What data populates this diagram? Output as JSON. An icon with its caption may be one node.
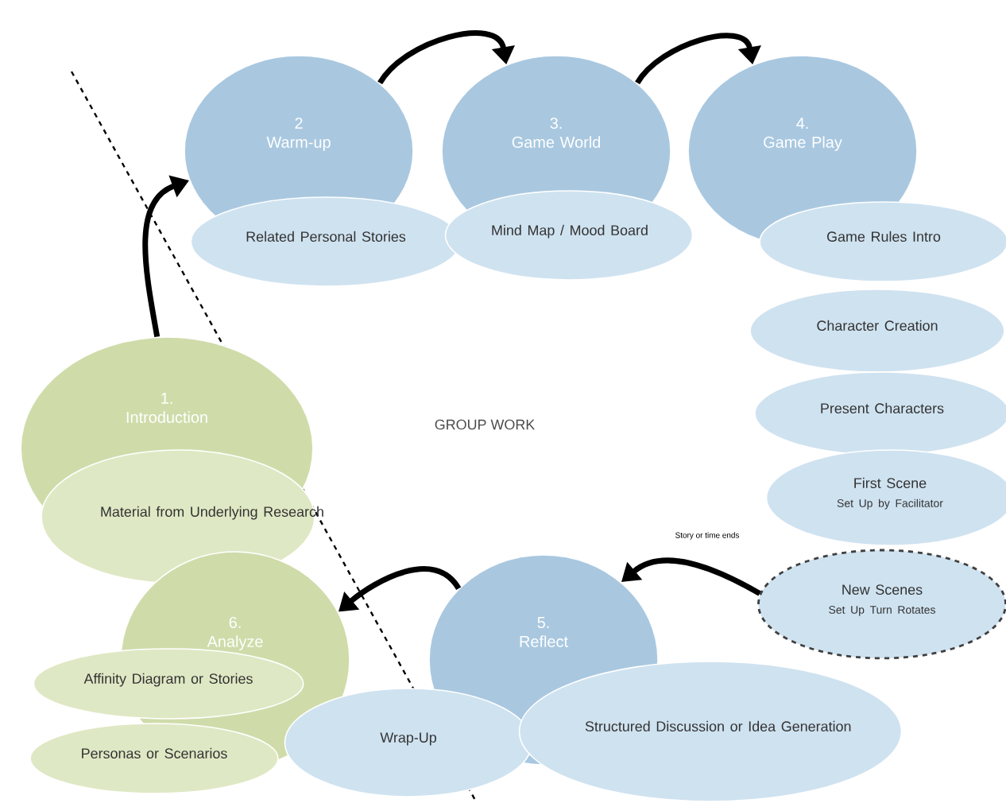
{
  "diagram": {
    "nodes": [
      {
        "text": [
          "2",
          "Warm-up"
        ]
      },
      {
        "text": [
          "3.",
          "Game World"
        ]
      },
      {
        "text": [
          "4.",
          "Game Play"
        ]
      },
      {
        "text": [
          "Related Personal Stories"
        ]
      },
      {
        "text": [
          "Mind Map / Mood Board"
        ]
      },
      {
        "text": [
          "Game Rules Intro"
        ]
      },
      {
        "text": [
          "Character Creation"
        ]
      },
      {
        "text": [
          "Present Characters"
        ]
      },
      {
        "text": [
          "1.",
          "Introduction"
        ]
      },
      {
        "text": [
          "Material from Underlying Research"
        ]
      },
      {
        "text": [
          "First Scene",
          "Set Up by Facilitator"
        ]
      },
      {
        "text": [
          "New Scenes",
          "Set Up Turn Rotates"
        ]
      },
      {
        "text": [
          "6.",
          "Analyze"
        ]
      },
      {
        "text": [
          "5.",
          "Reflect"
        ]
      },
      {
        "text": [
          "Affinity Diagram or Stories"
        ]
      },
      {
        "text": [
          "Personas or Scenarios"
        ]
      },
      {
        "text": [
          "Wrap-Up"
        ]
      },
      {
        "text": [
          "Structured Discussion or Idea Generation"
        ]
      }
    ],
    "edges": [
      {
        "from": 8,
        "to": 0,
        "arrow": "to"
      },
      {
        "from": 0,
        "to": 1,
        "arrow": "to"
      },
      {
        "from": 1,
        "to": 2,
        "arrow": "to"
      },
      {
        "from": 11,
        "to": 13,
        "arrow": "to",
        "label": "Story or time ends"
      },
      {
        "from": 13,
        "to": 12,
        "arrow": "to"
      }
    ],
    "labels": [
      "GROUP WORK"
    ]
  }
}
